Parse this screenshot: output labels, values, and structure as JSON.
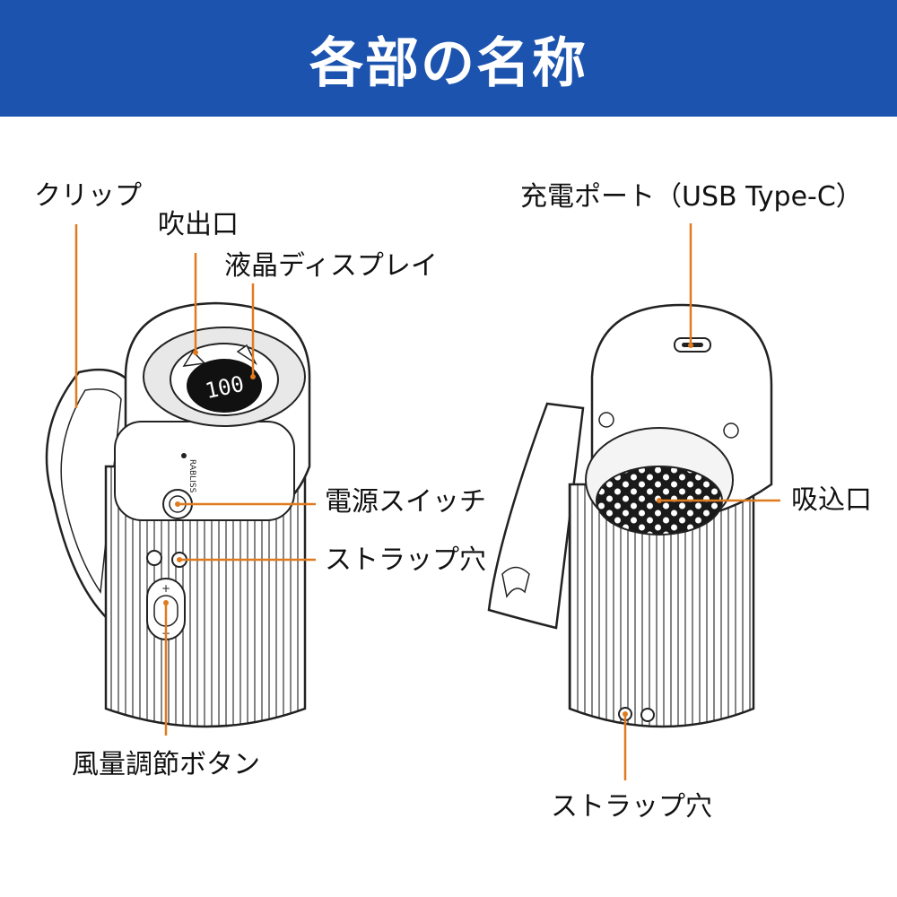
{
  "header": {
    "title": "各部の名称"
  },
  "labels": {
    "clip": "クリップ",
    "outlet": "吹出口",
    "lcd": "液晶ディスプレイ",
    "power_switch": "電源スイッチ",
    "strap_hole_left": "ストラップ穴",
    "wind_button": "風量調節ボタン",
    "charge_port": "充電ポート（USB Type-C）",
    "intake": "吸込口",
    "strap_hole_right": "ストラップ穴"
  },
  "device": {
    "brand": "RABLISS",
    "display_value": "100",
    "plus": "+",
    "minus": "−"
  },
  "colors": {
    "header": "#1c53ae",
    "leader": "#e07a1f",
    "line": "#222222"
  }
}
